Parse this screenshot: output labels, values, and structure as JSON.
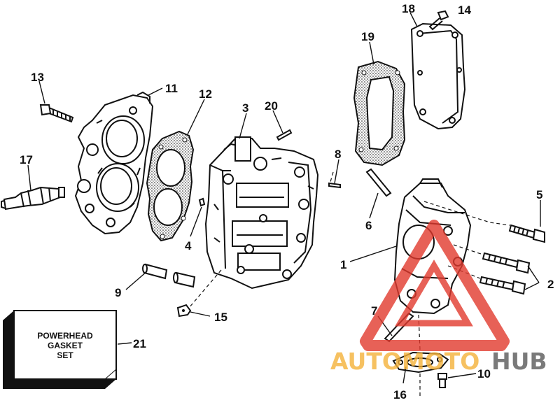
{
  "callouts": [
    {
      "id": "1",
      "label": "1"
    },
    {
      "id": "2",
      "label": "2"
    },
    {
      "id": "3",
      "label": "3"
    },
    {
      "id": "4",
      "label": "4"
    },
    {
      "id": "5",
      "label": "5"
    },
    {
      "id": "6",
      "label": "6"
    },
    {
      "id": "7",
      "label": "7"
    },
    {
      "id": "8",
      "label": "8"
    },
    {
      "id": "9",
      "label": "9"
    },
    {
      "id": "10",
      "label": "10"
    },
    {
      "id": "11",
      "label": "11"
    },
    {
      "id": "12",
      "label": "12"
    },
    {
      "id": "13",
      "label": "13"
    },
    {
      "id": "14",
      "label": "14"
    },
    {
      "id": "15",
      "label": "15"
    },
    {
      "id": "16",
      "label": "16"
    },
    {
      "id": "17",
      "label": "17"
    },
    {
      "id": "18",
      "label": "18"
    },
    {
      "id": "19",
      "label": "19"
    },
    {
      "id": "20",
      "label": "20"
    },
    {
      "id": "21",
      "label": "21"
    }
  ],
  "gasket_set_box": {
    "line1": "POWERHEAD",
    "line2": "GASKET",
    "line3": "SET"
  },
  "watermark": {
    "part1": "AUTOMOTO",
    "part2": "HUB",
    "color1": "#f5b23a",
    "color2": "#5a5a5a",
    "triangle_color": "#e23a2e"
  }
}
